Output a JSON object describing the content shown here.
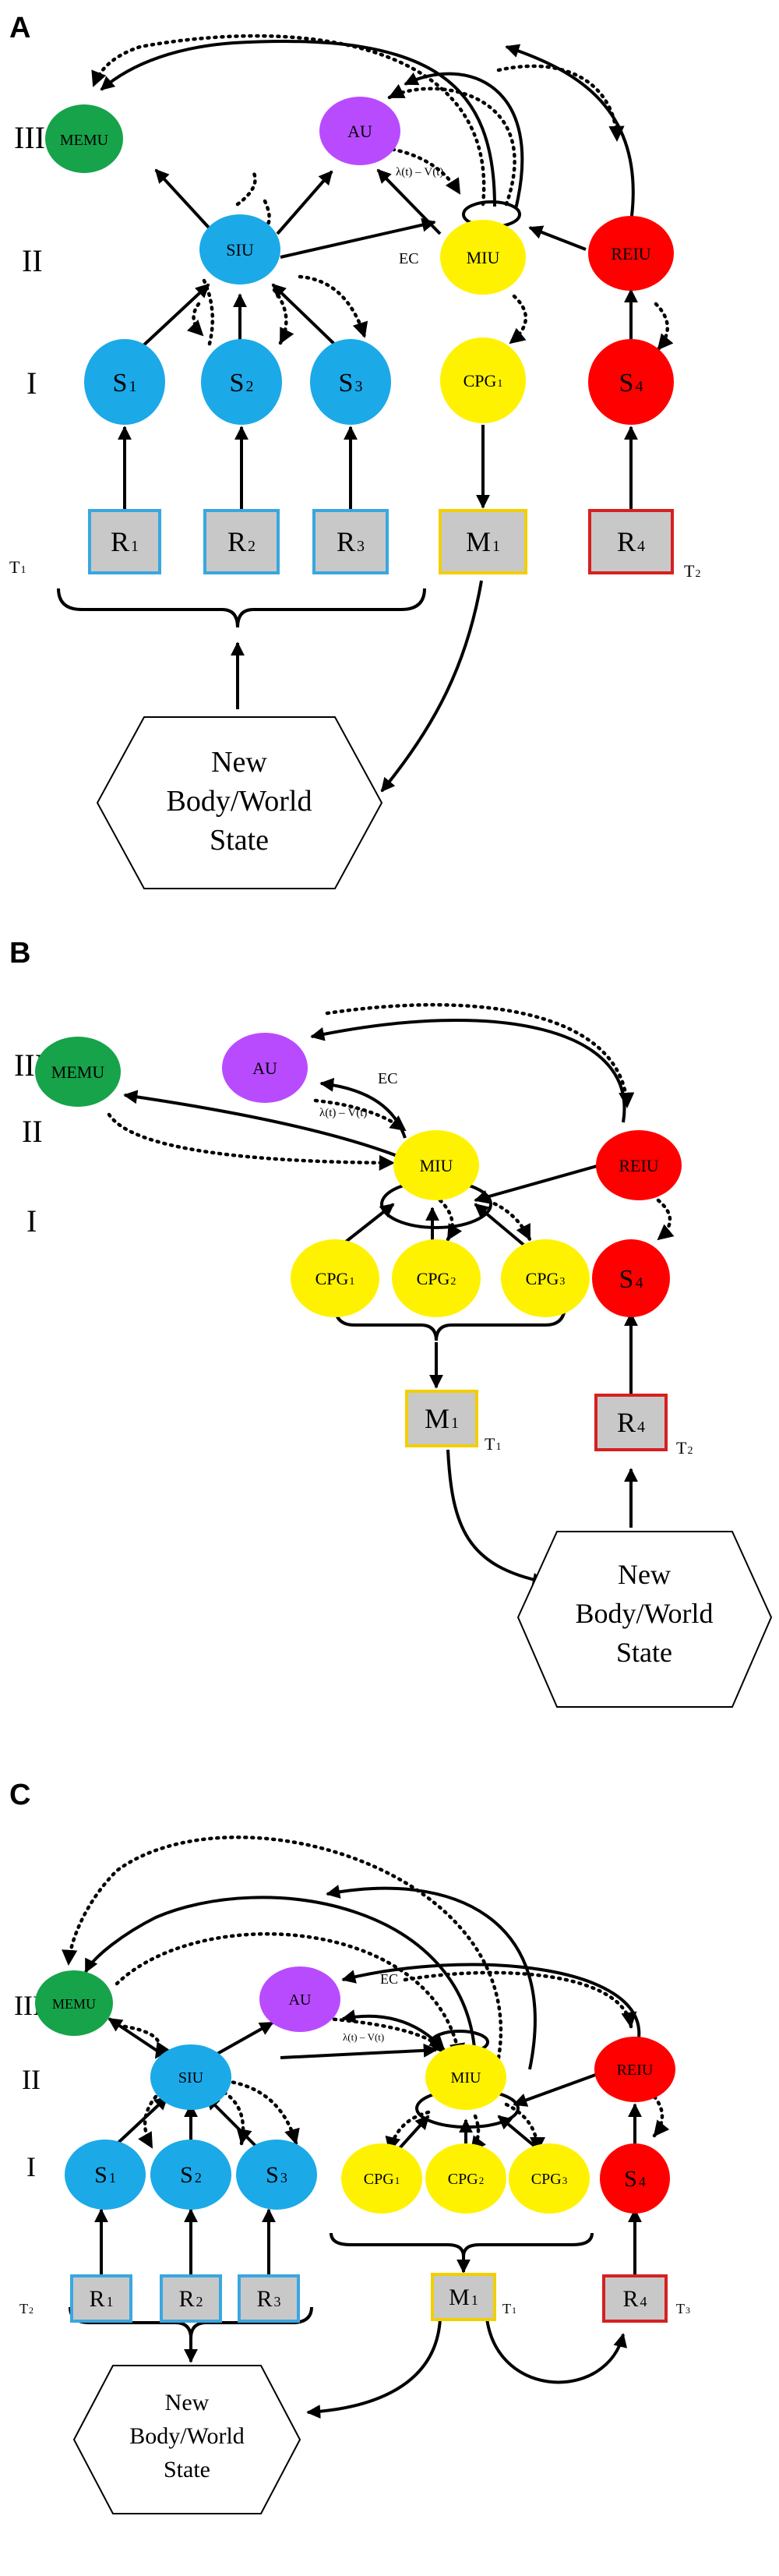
{
  "colors": {
    "sensory": "#1ba9e8",
    "motor": "#fff200",
    "reward": "#ff0000",
    "memory": "#16a34a",
    "attention": "#b94bff",
    "receptor_fill": "#c8c8c8",
    "receptor_border_blue": "#39a7e0",
    "receptor_border_yellow": "#f2cf00",
    "receptor_border_red": "#d62020"
  },
  "panels": [
    {
      "letter": "A",
      "levels": [
        "III",
        "II",
        "I"
      ],
      "nodes": {
        "memu": "MEMU",
        "au": "AU",
        "siu": "SIU",
        "miu": "MIU",
        "reiu": "REIU",
        "s1": "S",
        "s1_sub": "1",
        "s2": "S",
        "s2_sub": "2",
        "s3": "S",
        "s3_sub": "3",
        "cpg1": "CPG",
        "cpg1_sub": "1",
        "s4": "S",
        "s4_sub": "4"
      },
      "boxes": {
        "r1": "R",
        "r1_sub": "1",
        "r2": "R",
        "r2_sub": "2",
        "r3": "R",
        "r3_sub": "3",
        "m1": "M",
        "m1_sub": "1",
        "r4": "R",
        "r4_sub": "4"
      },
      "labels": {
        "t_left": "T",
        "t_left_sub": "1",
        "t_right": "T",
        "t_right_sub": "2",
        "ec": "EC",
        "lambda": "λ(t) – V(t)"
      },
      "state": [
        "New",
        "Body/World",
        "State"
      ]
    },
    {
      "letter": "B",
      "levels": [
        "III",
        "II",
        "I"
      ],
      "nodes": {
        "memu": "MEMU",
        "au": "AU",
        "miu": "MIU",
        "reiu": "REIU",
        "cpg1": "CPG",
        "cpg1_sub": "1",
        "cpg2": "CPG",
        "cpg2_sub": "2",
        "cpg3": "CPG",
        "cpg3_sub": "3",
        "s4": "S",
        "s4_sub": "4"
      },
      "boxes": {
        "m1": "M",
        "m1_sub": "1",
        "r4": "R",
        "r4_sub": "4"
      },
      "labels": {
        "t_left": "T",
        "t_left_sub": "1",
        "t_right": "T",
        "t_right_sub": "2",
        "ec": "EC",
        "lambda": "λ(t) – V(t)"
      },
      "state": [
        "New",
        "Body/World",
        "State"
      ]
    },
    {
      "letter": "C",
      "levels": [
        "III",
        "II",
        "I"
      ],
      "nodes": {
        "memu": "MEMU",
        "au": "AU",
        "siu": "SIU",
        "miu": "MIU",
        "reiu": "REIU",
        "s1": "S",
        "s1_sub": "1",
        "s2": "S",
        "s2_sub": "2",
        "s3": "S",
        "s3_sub": "3",
        "cpg1": "CPG",
        "cpg1_sub": "1",
        "cpg2": "CPG",
        "cpg2_sub": "2",
        "cpg3": "CPG",
        "cpg3_sub": "3",
        "s4": "S",
        "s4_sub": "4"
      },
      "boxes": {
        "r1": "R",
        "r1_sub": "1",
        "r2": "R",
        "r2_sub": "2",
        "r3": "R",
        "r3_sub": "3",
        "m1": "M",
        "m1_sub": "1",
        "r4": "R",
        "r4_sub": "4"
      },
      "labels": {
        "t_left": "T",
        "t_left_sub": "2",
        "t_mid": "T",
        "t_mid_sub": "1",
        "t_right": "T",
        "t_right_sub": "3",
        "ec": "EC",
        "lambda": "λ(t) – V(t)"
      },
      "state": [
        "New",
        "Body/World",
        "State"
      ]
    }
  ]
}
